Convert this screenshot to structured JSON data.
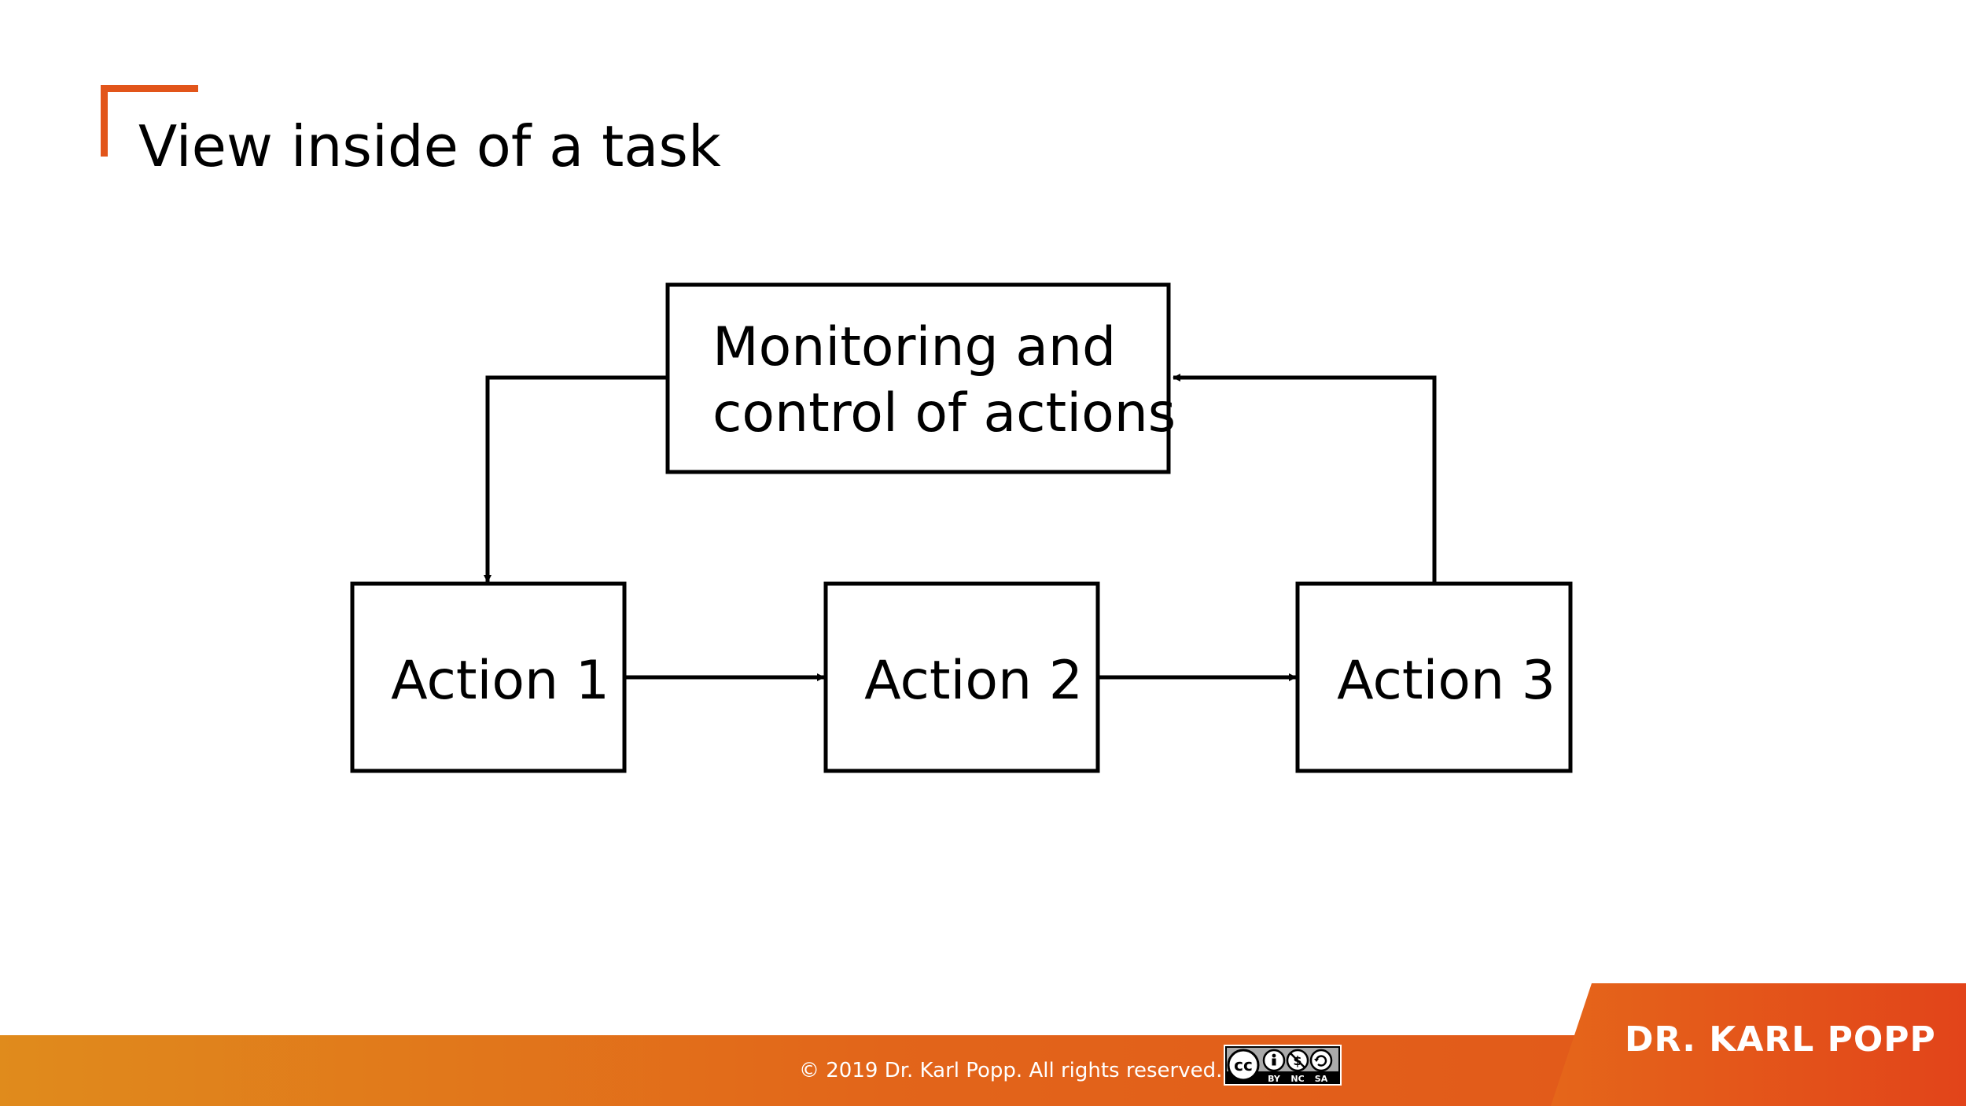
{
  "slide": {
    "title": "View inside of a task",
    "accent_color": "#e2551a"
  },
  "diagram": {
    "nodes": [
      {
        "id": "monitoring",
        "label_lines": [
          "Monitoring and",
          "control of actions"
        ]
      },
      {
        "id": "action1",
        "label_lines": [
          "Action 1"
        ]
      },
      {
        "id": "action2",
        "label_lines": [
          "Action 2"
        ]
      },
      {
        "id": "action3",
        "label_lines": [
          "Action 3"
        ]
      }
    ],
    "edges": [
      {
        "from": "monitoring",
        "to": "action1"
      },
      {
        "from": "action1",
        "to": "action2"
      },
      {
        "from": "action2",
        "to": "action3"
      },
      {
        "from": "action3",
        "to": "monitoring"
      }
    ]
  },
  "footer": {
    "copyright": "© 2019 Dr. Karl Popp. All rights reserved.",
    "brand": "DR. KARL POPP",
    "license_badge": {
      "icon": "creative-commons-icon",
      "terms": [
        "BY",
        "NC",
        "SA"
      ]
    },
    "gradient_start": "#e08b1c",
    "gradient_end": "#e2441a"
  }
}
